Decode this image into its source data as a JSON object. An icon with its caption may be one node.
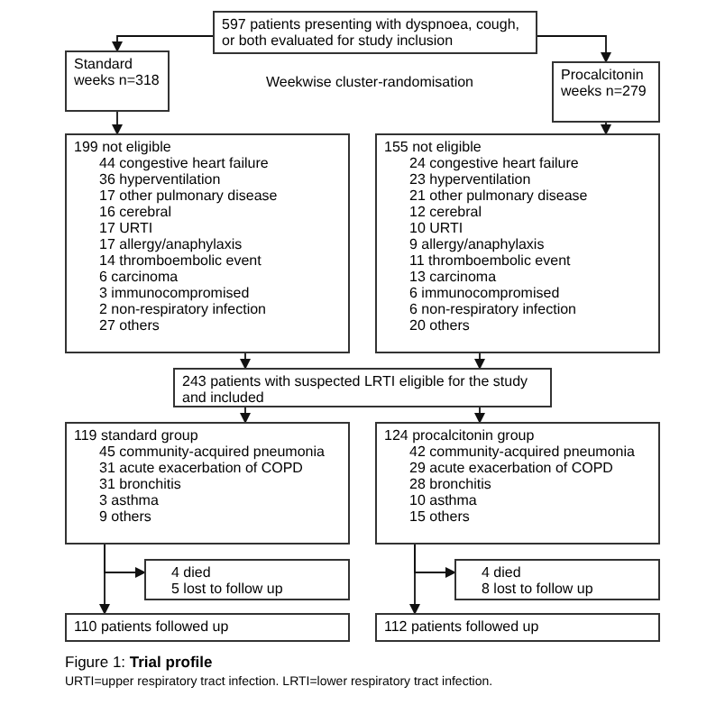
{
  "diagram": {
    "caption": "Figure 1: **Trial profile**",
    "nodes": [
      {
        "text": [
          "597 patients presenting with dyspnoea, cough, or both evaluated for study inclusion"
        ]
      },
      {
        "text": [
          "Standard weeks n=318"
        ]
      },
      {
        "text": [
          "Procalcitonin weeks n=279"
        ]
      },
      {
        "text": [
          "199 not eligible",
          "44 congestive heart failure",
          "36 hyperventilation",
          "17 other pulmonary disease",
          "16 cerebral",
          "17 URTI",
          "17 allergy/anaphylaxis",
          "14 thromboembolic event",
          "6 carcinoma",
          "3 immunocompromised",
          "2 non-respiratory infection",
          "27 others"
        ]
      },
      {
        "text": [
          "155 not eligible",
          "24 congestive heart failure",
          "23 hyperventilation",
          "21 other pulmonary disease",
          "12 cerebral",
          "10 URTI",
          "9 allergy/anaphylaxis",
          "11 thromboembolic event",
          "13 carcinoma",
          "6 immunocompromised",
          "6 non-respiratory infection",
          "20 others"
        ]
      },
      {
        "text": [
          "243 patients with suspected LRTI eligible for the study and included"
        ]
      },
      {
        "text": [
          "119 standard group",
          "45 community-acquired pneumonia",
          "31 acute exacerbation of COPD",
          "31 bronchitis",
          "3 asthma",
          "9 others"
        ]
      },
      {
        "text": [
          "124 procalcitonin group",
          "42 community-acquired pneumonia",
          "29 acute exacerbation of COPD",
          "28 bronchitis",
          "10 asthma",
          "15 others"
        ]
      },
      {
        "text": [
          "4 died",
          "5 lost to follow up"
        ]
      },
      {
        "text": [
          "4 died",
          "8 lost to follow up"
        ]
      },
      {
        "text": [
          "110 patients followed up"
        ]
      },
      {
        "text": [
          "112 patients followed up"
        ]
      }
    ],
    "edges": [
      {
        "from": 0,
        "to": 1,
        "arrow": "to"
      },
      {
        "from": 0,
        "to": 2,
        "arrow": "to"
      },
      {
        "from": 1,
        "to": 3,
        "arrow": "to"
      },
      {
        "from": 2,
        "to": 4,
        "arrow": "to"
      },
      {
        "from": 3,
        "to": 5,
        "arrow": "to"
      },
      {
        "from": 4,
        "to": 5,
        "arrow": "to"
      },
      {
        "from": 5,
        "to": 6,
        "arrow": "to"
      },
      {
        "from": 5,
        "to": 7,
        "arrow": "to"
      },
      {
        "from": 6,
        "to": 8,
        "arrow": "to"
      },
      {
        "from": 6,
        "to": 10,
        "arrow": "to"
      },
      {
        "from": 7,
        "to": 9,
        "arrow": "to"
      },
      {
        "from": 7,
        "to": 11,
        "arrow": "to"
      }
    ],
    "labels": [
      "Weekwise cluster-randomisation",
      "URTI=upper respiratory tract infection. LRTI=lower respiratory tract infection."
    ]
  }
}
